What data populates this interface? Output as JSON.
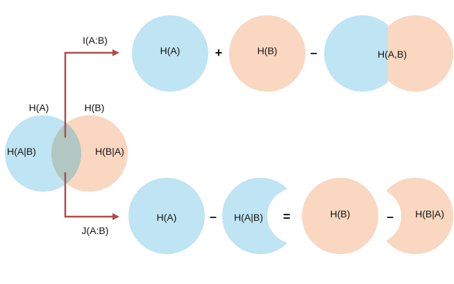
{
  "colors": {
    "a": "#bfe4f3",
    "b": "#f9d7c0",
    "overlap": "#b2c6c2",
    "arrow": "#b04a4a"
  },
  "venn": {
    "label_ha": "H(A)",
    "label_hb": "H(B)",
    "label_ha_given_b": "H(A|B)",
    "label_hb_given_a": "H(B|A)"
  },
  "mutual_info": {
    "label": "I(A:B)",
    "term1": "H(A)",
    "plus": "+",
    "term2": "H(B)",
    "minus": "–",
    "term3": "H(A,B)"
  },
  "conditional": {
    "label": "J(A:B)",
    "term1": "H(A)",
    "minus1": "–",
    "term2": "H(A|B)",
    "equals": "=",
    "term3": "H(B)",
    "minus2": "–",
    "term4": "H(B|A)"
  }
}
